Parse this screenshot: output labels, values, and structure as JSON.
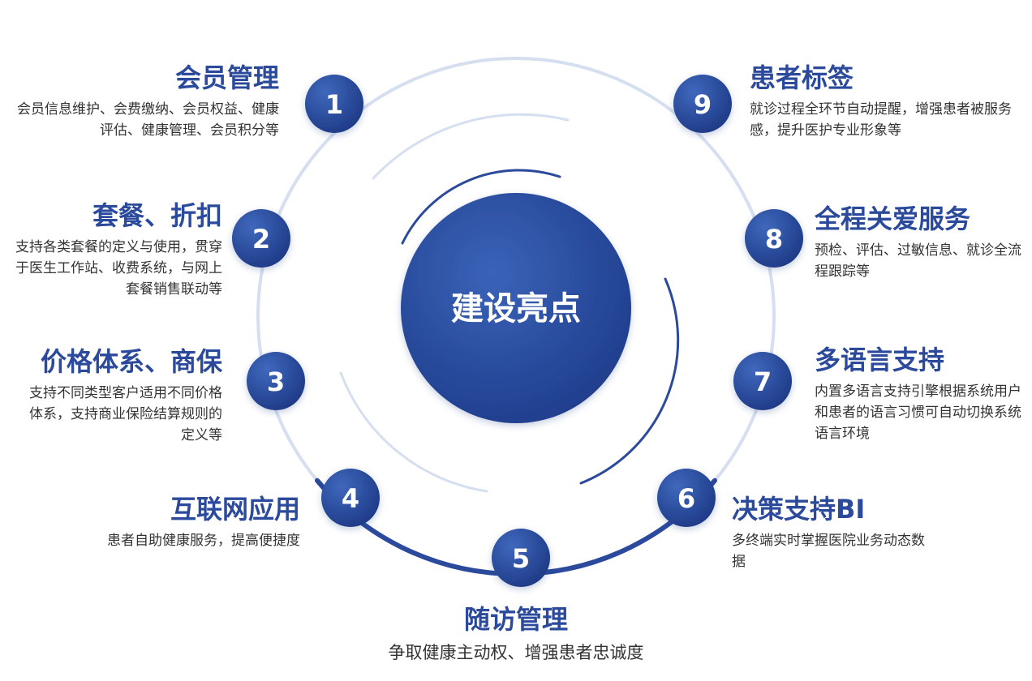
{
  "center": {
    "label": "建设亮点"
  },
  "colors": {
    "primary": "#2b4a9b",
    "ring_light": "#d6dff0",
    "text": "#333333"
  },
  "items": [
    {
      "number": "1",
      "title": "会员管理",
      "description": "会员信息维护、会费缴纳、会员权益、健康评估、健康管理、会员积分等"
    },
    {
      "number": "2",
      "title": "套餐、折扣",
      "description": "支持各类套餐的定义与使用，贯穿于医生工作站、收费系统，与网上套餐销售联动等"
    },
    {
      "number": "3",
      "title": "价格体系、商保",
      "description": "支持不同类型客户适用不同价格体系，支持商业保险结算规则的定义等"
    },
    {
      "number": "4",
      "title": "互联网应用",
      "description": "患者自助健康服务，提高便捷度"
    },
    {
      "number": "5",
      "title": "随访管理",
      "description": "争取健康主动权、增强患者忠诚度"
    },
    {
      "number": "6",
      "title": "决策支持BI",
      "description": "多终端实时掌握医院业务动态数据"
    },
    {
      "number": "7",
      "title": "多语言支持",
      "description": "内置多语言支持引擎根据系统用户和患者的语言习惯可自动切换系统语言环境"
    },
    {
      "number": "8",
      "title": "全程关爱服务",
      "description": "预检、评估、过敏信息、就诊全流程跟踪等"
    },
    {
      "number": "9",
      "title": "患者标签",
      "description": "就诊过程全环节自动提醒，增强患者被服务感，提升医护专业形象等"
    }
  ]
}
